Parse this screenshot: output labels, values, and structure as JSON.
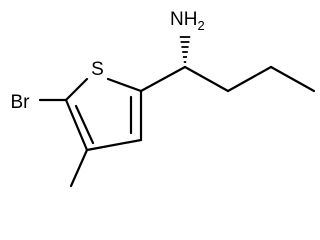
{
  "structure": {
    "atoms": [
      {
        "label": "S"
      },
      {
        "label": "Br"
      },
      {
        "label": "NH",
        "subscript": "2"
      }
    ]
  }
}
